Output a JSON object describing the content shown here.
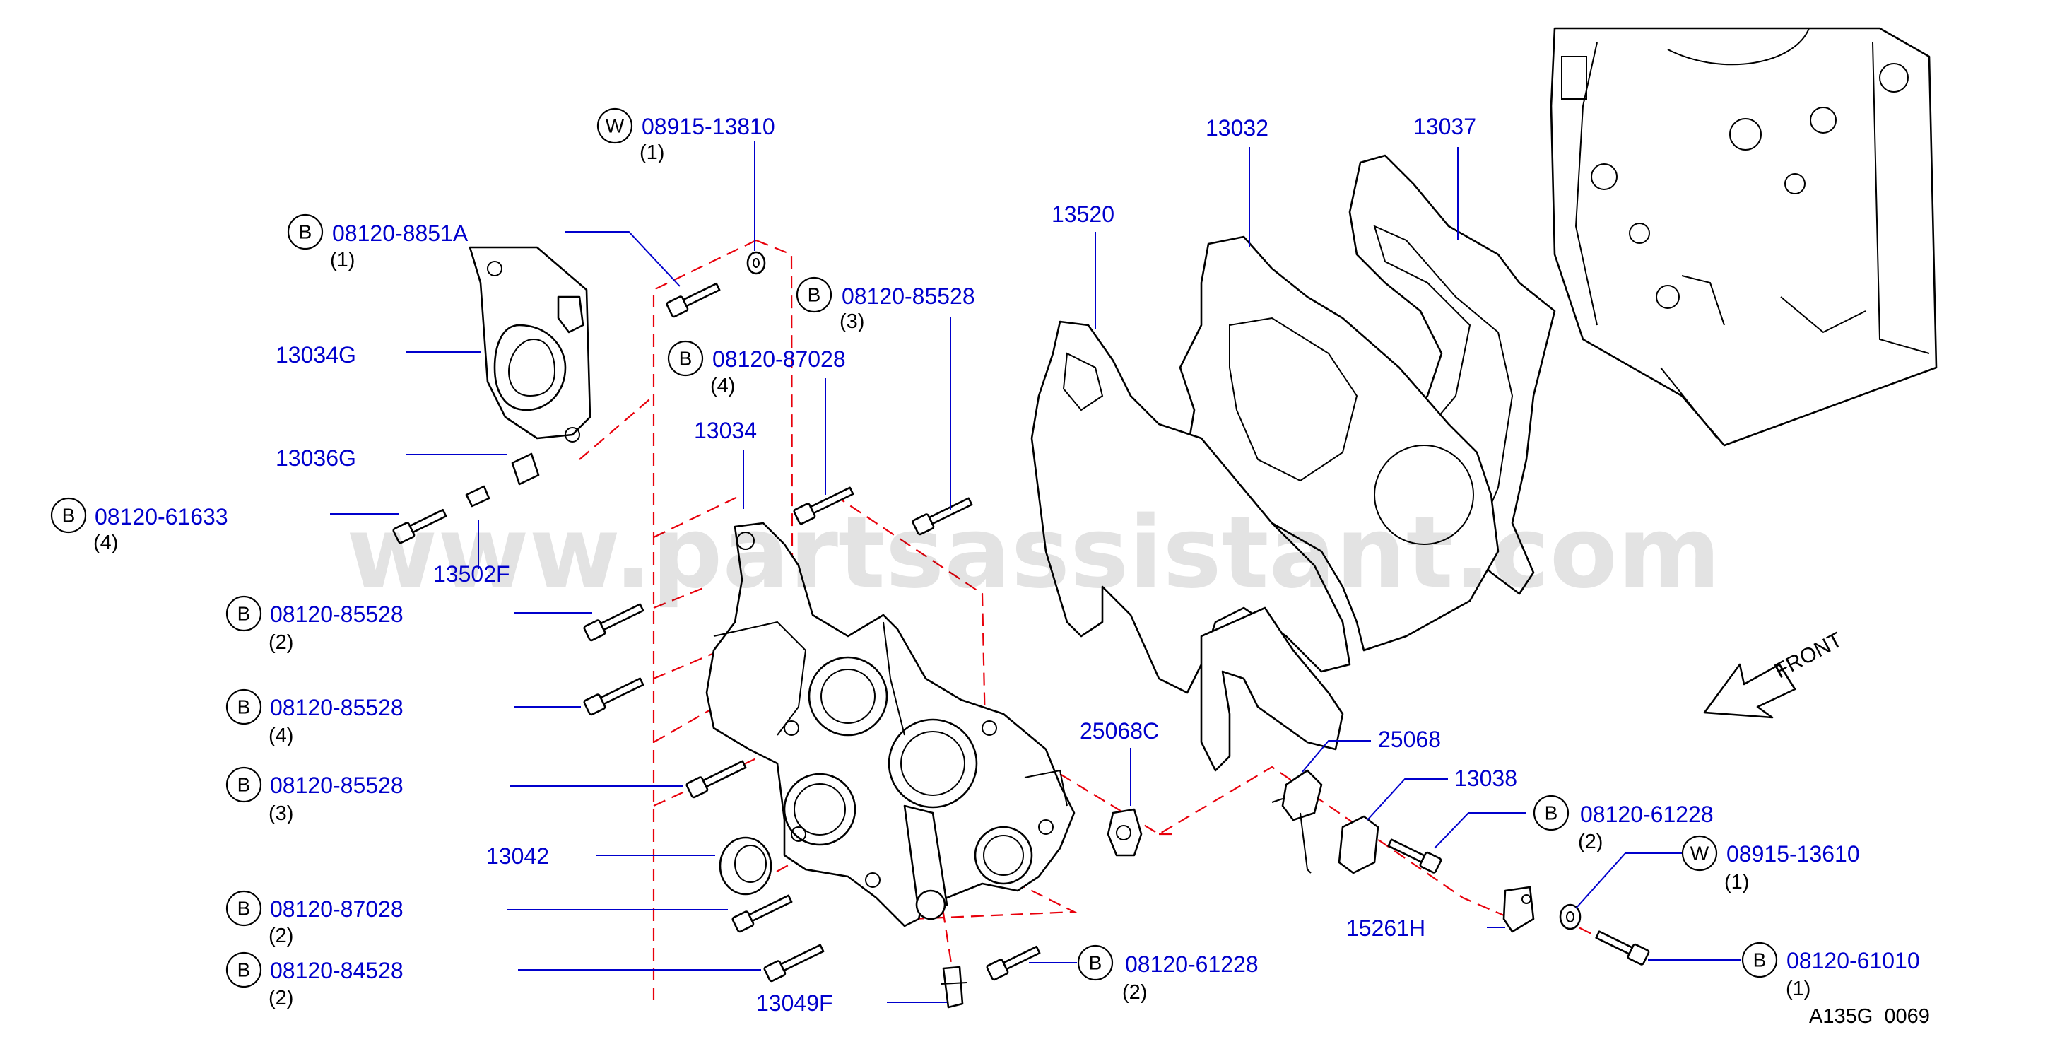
{
  "diagram_id": "A135G  0069",
  "watermark": "www.partsassistant.com",
  "direction_label": "FRONT",
  "colors": {
    "callout_text": "#0000cc",
    "phantom_line": "#e8000b",
    "outline": "#000000"
  },
  "callouts": [
    {
      "id": "w-08915-13810",
      "badge": "W",
      "part": "08915-13810",
      "qty": "(1)"
    },
    {
      "id": "b-08120-8851a",
      "badge": "B",
      "part": "08120-8851A",
      "qty": "(1)"
    },
    {
      "id": "p-13034g",
      "badge": "",
      "part": "13034G",
      "qty": ""
    },
    {
      "id": "b-08120-85528-3a",
      "badge": "B",
      "part": "08120-85528",
      "qty": "(3)"
    },
    {
      "id": "b-08120-87028-4",
      "badge": "B",
      "part": "08120-87028",
      "qty": "(4)"
    },
    {
      "id": "p-13034",
      "badge": "",
      "part": "13034",
      "qty": ""
    },
    {
      "id": "p-13036g",
      "badge": "",
      "part": "13036G",
      "qty": ""
    },
    {
      "id": "b-08120-61633",
      "badge": "B",
      "part": "08120-61633",
      "qty": "(4)"
    },
    {
      "id": "p-13502f",
      "badge": "",
      "part": "13502F",
      "qty": ""
    },
    {
      "id": "b-08120-85528-2",
      "badge": "B",
      "part": "08120-85528",
      "qty": "(2)"
    },
    {
      "id": "b-08120-85528-4",
      "badge": "B",
      "part": "08120-85528",
      "qty": "(4)"
    },
    {
      "id": "b-08120-85528-3b",
      "badge": "B",
      "part": "08120-85528",
      "qty": "(3)"
    },
    {
      "id": "p-13042",
      "badge": "",
      "part": "13042",
      "qty": ""
    },
    {
      "id": "b-08120-87028-2",
      "badge": "B",
      "part": "08120-87028",
      "qty": "(2)"
    },
    {
      "id": "b-08120-84528",
      "badge": "B",
      "part": "08120-84528",
      "qty": "(2)"
    },
    {
      "id": "p-13049f",
      "badge": "",
      "part": "13049F",
      "qty": ""
    },
    {
      "id": "b-08120-61228-a",
      "badge": "B",
      "part": "08120-61228",
      "qty": "(2)"
    },
    {
      "id": "p-13520",
      "badge": "",
      "part": "13520",
      "qty": ""
    },
    {
      "id": "p-13032",
      "badge": "",
      "part": "13032",
      "qty": ""
    },
    {
      "id": "p-13037",
      "badge": "",
      "part": "13037",
      "qty": ""
    },
    {
      "id": "p-25068c",
      "badge": "",
      "part": "25068C",
      "qty": ""
    },
    {
      "id": "p-25068",
      "badge": "",
      "part": "25068",
      "qty": ""
    },
    {
      "id": "p-13038",
      "badge": "",
      "part": "13038",
      "qty": ""
    },
    {
      "id": "b-08120-61228-b",
      "badge": "B",
      "part": "08120-61228",
      "qty": "(2)"
    },
    {
      "id": "w-08915-13610",
      "badge": "W",
      "part": "08915-13610",
      "qty": "(1)"
    },
    {
      "id": "p-15261h",
      "badge": "",
      "part": "15261H",
      "qty": ""
    },
    {
      "id": "b-08120-61010",
      "badge": "B",
      "part": "08120-61010",
      "qty": "(1)"
    }
  ]
}
